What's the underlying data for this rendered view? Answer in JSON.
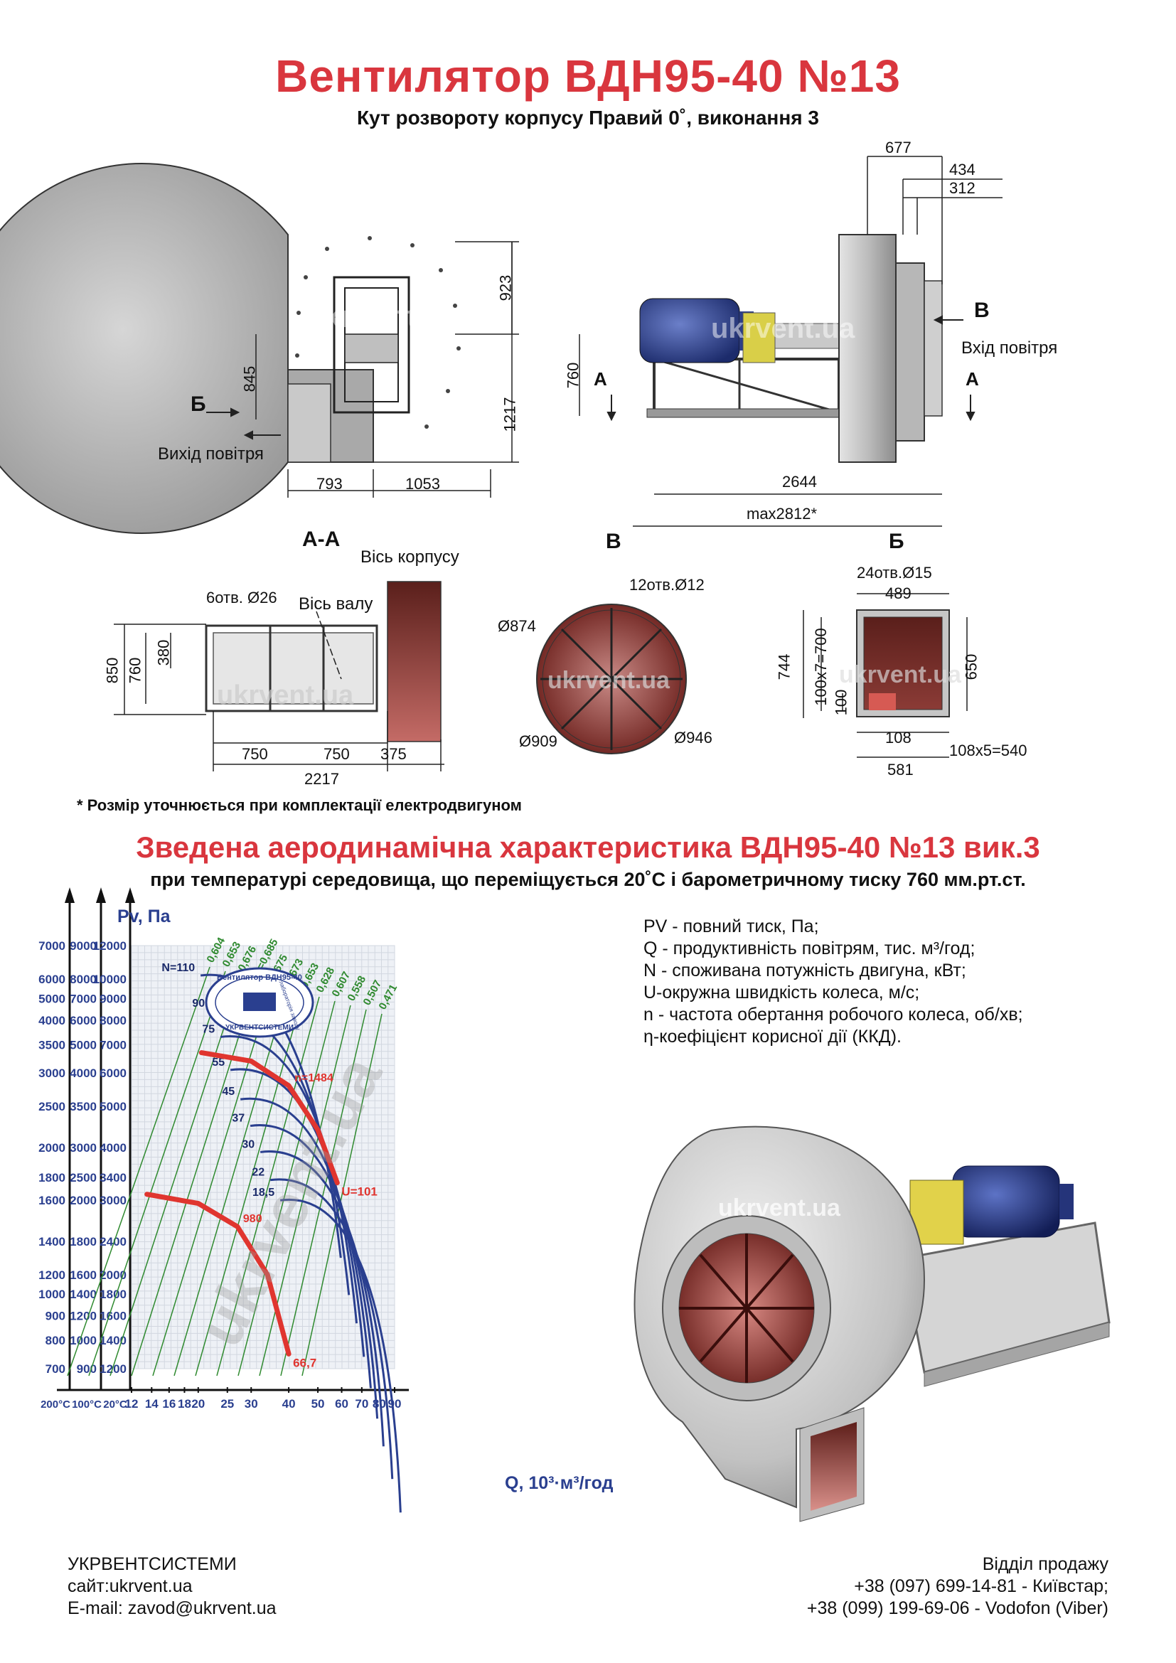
{
  "header": {
    "title": "Вентилятор  ВДН95-40 №13",
    "subtitle": "Кут розвороту корпусу Правий 0˚, виконання 3"
  },
  "drawing": {
    "front": {
      "dims": [
        "923",
        "845",
        "1217",
        "793",
        "1053"
      ],
      "arrow_b": "Б",
      "outlet_label": "Вихід повітря",
      "watermark": "ukrvent.ua"
    },
    "side": {
      "dims": [
        "677",
        "434",
        "312",
        "760",
        "2644",
        "max2812*"
      ],
      "arrow_v": "В",
      "arrow_a_left": "А",
      "arrow_a_right": "А",
      "inlet_label": "Вхід повітря",
      "watermark": "ukrvent.ua"
    },
    "section_aa": {
      "title": "А-А",
      "axis_case": "Вісь корпусу",
      "axis_shaft": "Вісь валу",
      "holes": "6отв. Ø26",
      "dims": [
        "850",
        "760",
        "380",
        "750",
        "750",
        "375",
        "2217"
      ],
      "watermark": "ukrvent.ua"
    },
    "view_v": {
      "title": "В",
      "holes": "12отв.Ø12",
      "dims": [
        "Ø874",
        "Ø909",
        "Ø946"
      ],
      "watermark": "ukrvent.ua"
    },
    "view_b": {
      "title": "Б",
      "holes": "24отв.Ø15",
      "dims": [
        "489",
        "744",
        "100x7=700",
        "650",
        "100",
        "108",
        "108x5=540",
        "581"
      ],
      "watermark": "ukrvent.ua"
    },
    "note": "* Розмір уточнюється при комплектації електродвигуном"
  },
  "section": {
    "title": "Зведена аеродинамічна характеристика ВДН95-40 №13 вик.3",
    "subtitle": "при температурі середовища, що переміщується 20˚С і барометричному тиску 760 мм.рт.ст."
  },
  "legend": [
    "PV - повний тиск, Па;",
    "Q - продуктивність повітрям, тис. м³/год;",
    "N - споживана потужність двигуна, кВт;",
    "U-окружна швидкість колеса, м/с;",
    "n - частота обертання робочого колеса, об/хв;",
    "η-коефіцієнт корисної дії (ККД)."
  ],
  "chart_data": {
    "type": "line",
    "title": "",
    "xlabel": "Q, 10³·м³/год",
    "ylabel": "Pv, Па",
    "x_scale": "log",
    "y_scale": "log",
    "xlim": [
      12,
      90
    ],
    "ylim": [
      1200,
      12000
    ],
    "x_ticks": [
      12,
      14,
      16,
      18,
      20,
      25,
      30,
      40,
      50,
      60,
      70,
      80,
      90
    ],
    "x_temp_labels": [
      "200°C",
      "100°C",
      "20°C"
    ],
    "y_ticks_20c": [
      1200,
      1400,
      1600,
      1800,
      2000,
      2400,
      3000,
      3400,
      4000,
      5000,
      6000,
      7000,
      8000,
      9000,
      10000,
      12000
    ],
    "y_ticks_100c": [
      900,
      1000,
      1200,
      1400,
      1600,
      1800,
      2000,
      2500,
      3000,
      3500,
      4000,
      5000,
      6000,
      7000,
      8000,
      9000
    ],
    "y_ticks_200c": [
      700,
      800,
      900,
      1000,
      1200,
      1400,
      1600,
      1800,
      2000,
      2500,
      3000,
      3500,
      4000,
      5000,
      6000,
      7000
    ],
    "power_curves": [
      {
        "name": "N=110",
        "peak": [
          19.5,
          10200
        ],
        "end": [
          31,
          6000
        ]
      },
      {
        "name": "90",
        "peak": [
          19.5,
          8400
        ],
        "end": [
          33,
          4900
        ]
      },
      {
        "name": "75",
        "peak": [
          19.5,
          7300
        ],
        "end": [
          35,
          4200
        ]
      },
      {
        "name": "55",
        "peak": [
          19.5,
          6100
        ],
        "end": [
          37,
          3500
        ]
      },
      {
        "name": "45",
        "peak": [
          19.5,
          5200
        ],
        "end": [
          39,
          2950
        ]
      },
      {
        "name": "37",
        "peak": [
          19.5,
          4500
        ],
        "end": [
          41,
          2500
        ]
      },
      {
        "name": "30",
        "peak": [
          19.5,
          3900
        ],
        "end": [
          43,
          2150
        ]
      },
      {
        "name": "22",
        "peak": [
          19.5,
          3350
        ],
        "end": [
          46,
          1800
        ]
      },
      {
        "name": "18,5",
        "peak": [
          19.5,
          3000
        ],
        "end": [
          49,
          1500
        ]
      }
    ],
    "speed_curves": [
      {
        "name": "n=1484",
        "points": [
          [
            20.5,
            6700
          ],
          [
            30,
            6400
          ],
          [
            40,
            5600
          ],
          [
            50,
            4400
          ],
          [
            58,
            3300
          ]
        ],
        "label": "U=101"
      },
      {
        "name": "980",
        "points": [
          [
            13.5,
            3100
          ],
          [
            20,
            2950
          ],
          [
            27,
            2600
          ],
          [
            34,
            2000
          ],
          [
            40,
            1300
          ]
        ],
        "label": "66,7"
      }
    ],
    "efficiency_lines": [
      "0,604",
      "0,653",
      "0,676",
      "η=0,685",
      "0,675",
      "0,673",
      "0,653",
      "0,628",
      "0,607",
      "0,558",
      "0,507",
      "0,471"
    ],
    "stamp": {
      "top": "Вентилятор ВДН95-40",
      "bottom": "УКРВЕНТСИСТЕМИ",
      "mid": "лабораторія заводу"
    },
    "watermark": "ukrvent.ua"
  },
  "render": {
    "watermark": "ukrvent.ua"
  },
  "footer": {
    "company": "УКРВЕНТСИСТЕМИ",
    "site": "сайт:ukrvent.ua",
    "email": "E-mail: zavod@ukrvent.ua",
    "sales_title": "Відділ продажу",
    "phone1": "+38 (097) 699-14-81 - Київстар;",
    "phone2": "+38 (099) 199-69-06 - Vodofon (Viber)"
  },
  "colors": {
    "title_red": "#d9363e",
    "curve_blue": "#2a3f8f",
    "eff_green": "#2f8a2f",
    "speed_red": "#e0352f",
    "case_grey": "#b8b8b8",
    "inner_brown": "#7a2a25"
  }
}
